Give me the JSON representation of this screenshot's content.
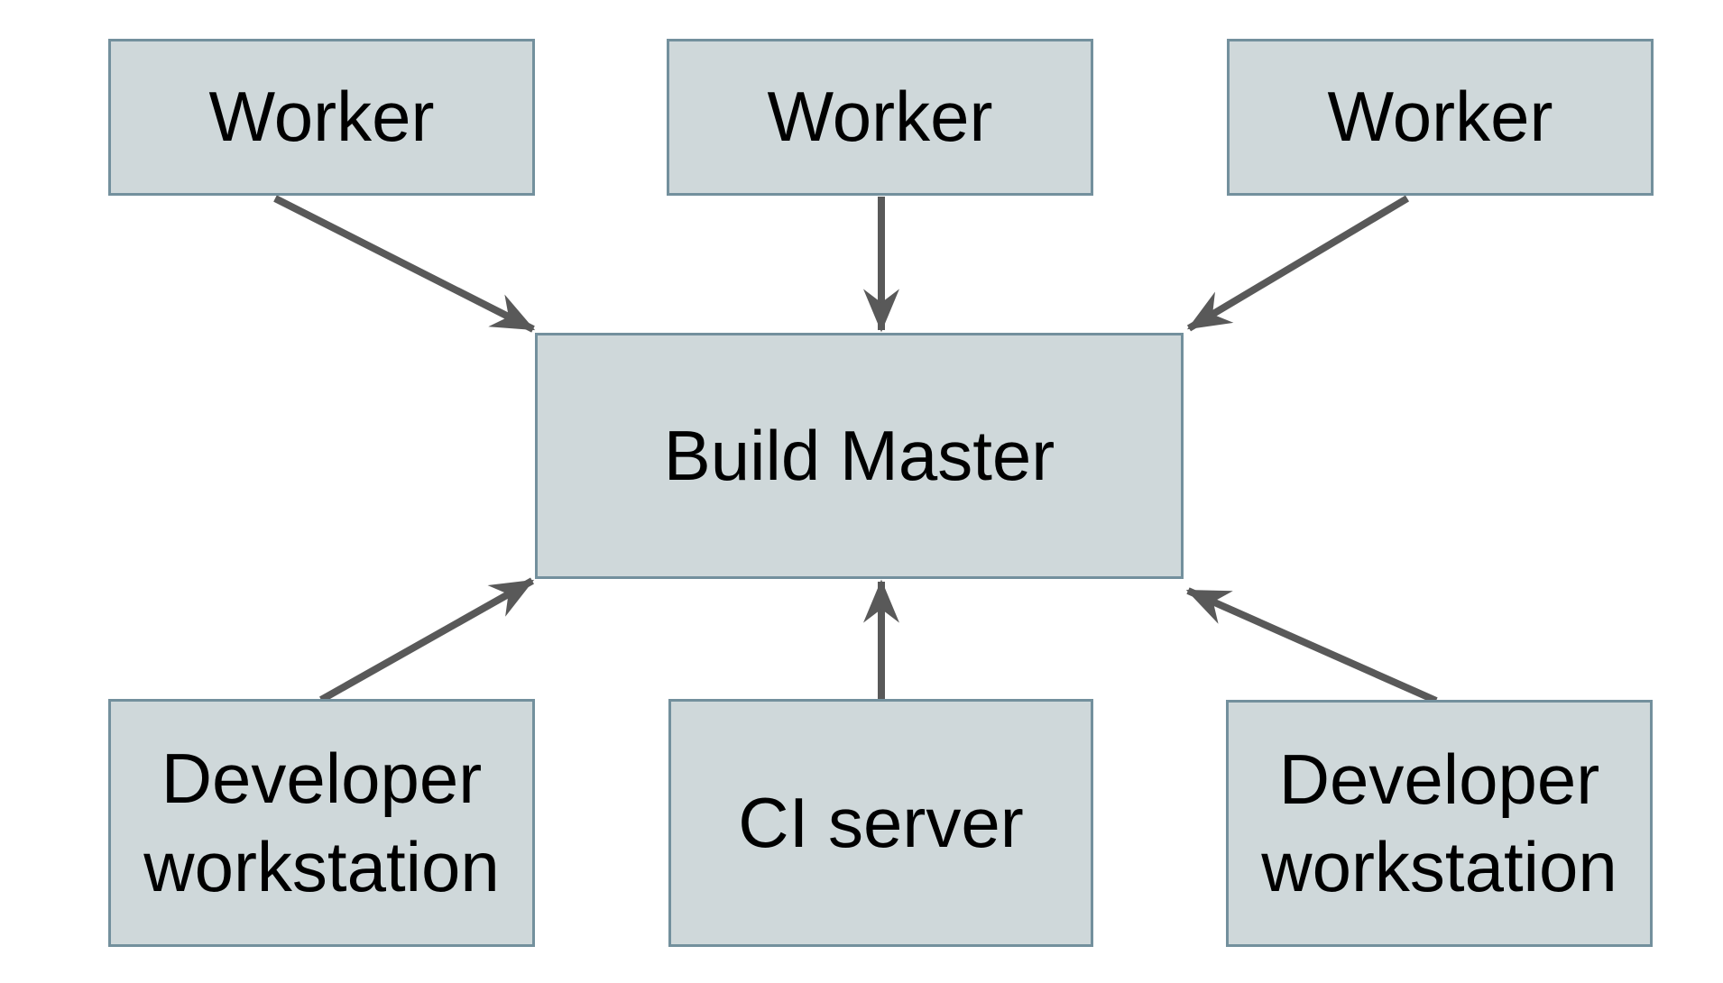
{
  "page": {
    "background": "#ffffff"
  },
  "diagram": {
    "type": "architecture-diagram",
    "description_visible_text_only": true,
    "nodes": [
      {
        "id": "worker-1",
        "label": "Worker"
      },
      {
        "id": "worker-2",
        "label": "Worker"
      },
      {
        "id": "worker-3",
        "label": "Worker"
      },
      {
        "id": "build-master",
        "label": "Build Master"
      },
      {
        "id": "dev-workstation-left",
        "label": "Developer workstation"
      },
      {
        "id": "ci-server",
        "label": "CI server"
      },
      {
        "id": "dev-workstation-right",
        "label": "Developer workstation"
      }
    ],
    "edges": [
      {
        "from": "worker-1",
        "to": "build-master",
        "direction": "down-right"
      },
      {
        "from": "worker-2",
        "to": "build-master",
        "direction": "down"
      },
      {
        "from": "worker-3",
        "to": "build-master",
        "direction": "down-left"
      },
      {
        "from": "dev-workstation-left",
        "to": "build-master",
        "direction": "up-right"
      },
      {
        "from": "ci-server",
        "to": "build-master",
        "direction": "up"
      },
      {
        "from": "dev-workstation-right",
        "to": "build-master",
        "direction": "up-left"
      }
    ],
    "colors": {
      "node_fill": "#cfd8da",
      "node_border": "#73909d",
      "arrow": "#595959",
      "text": "#000000",
      "background": "#ffffff"
    }
  }
}
